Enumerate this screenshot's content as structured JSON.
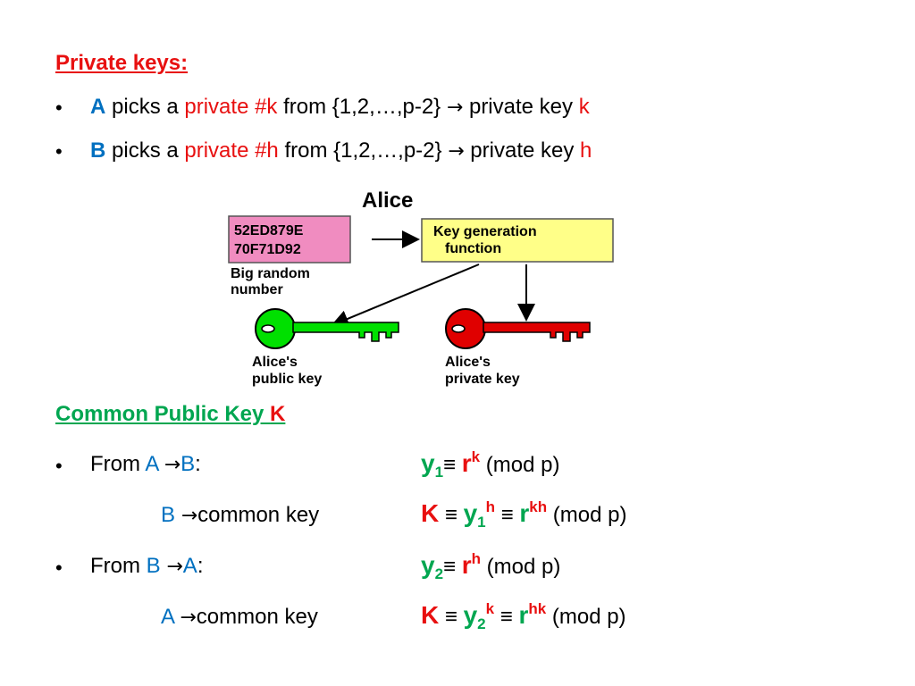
{
  "private_keys": {
    "heading": "Private keys:",
    "items": [
      {
        "party": "A",
        "text1": " picks a ",
        "private_num": "private #k",
        "text2": " from {1,2,…,p-2} ",
        "arrow": "→",
        "text3": " private key ",
        "key": "k"
      },
      {
        "party": "B",
        "text1": " picks a ",
        "private_num": "private #h",
        "text2": " from {1,2,…,p-2} ",
        "arrow": "→",
        "text3": " private key ",
        "key": "h"
      }
    ]
  },
  "diagram": {
    "title": "Alice",
    "random_number_line1": "52ED879E",
    "random_number_line2": "70F71D92",
    "random_label_line1": "Big random",
    "random_label_line2": "number",
    "keygen_line1": "Key generation",
    "keygen_line2": "function",
    "public_key_line1": "Alice's",
    "public_key_line2": "public key",
    "private_key_line1": "Alice's",
    "private_key_line2": "private key",
    "colors": {
      "random_box": "#f08cc0",
      "keygen_box": "#ffff88",
      "public_key": "#00e000",
      "private_key": "#e00000"
    }
  },
  "common": {
    "heading_text": "Common Public Key ",
    "heading_K": "K",
    "rows": [
      {
        "prefix": "From ",
        "p1": "A",
        "arrow": "→",
        "p2": "B",
        "colon": ":",
        "y": "y",
        "ysub": "1",
        "equiv": "≡ ",
        "r": "r",
        "rsup": "k",
        "mod": " (mod p)"
      },
      {
        "p1": "B",
        "arrow": "→",
        "label": "common key",
        "K": "K",
        "equiv1": " ≡ ",
        "y": "y",
        "ysub": "1",
        "ysup": "h",
        "equiv2": " ≡ ",
        "r": "r",
        "rsup": "kh",
        "mod": " (mod p)"
      },
      {
        "prefix": "From ",
        "p1": "B",
        "arrow": "→",
        "p2": "A",
        "colon": ":",
        "y": "y",
        "ysub": "2",
        "equiv": "≡ ",
        "r": "r",
        "rsup": "h",
        "mod": " (mod p)"
      },
      {
        "p1": "A",
        "arrow": "→",
        "label": "common key",
        "K": "K",
        "equiv1": " ≡ ",
        "y": "y",
        "ysub": "2",
        "ysup": "k",
        "equiv2": " ≡ ",
        "r": "r",
        "rsup": "hk",
        "mod": " (mod p)"
      }
    ]
  },
  "bullet_char": "•"
}
